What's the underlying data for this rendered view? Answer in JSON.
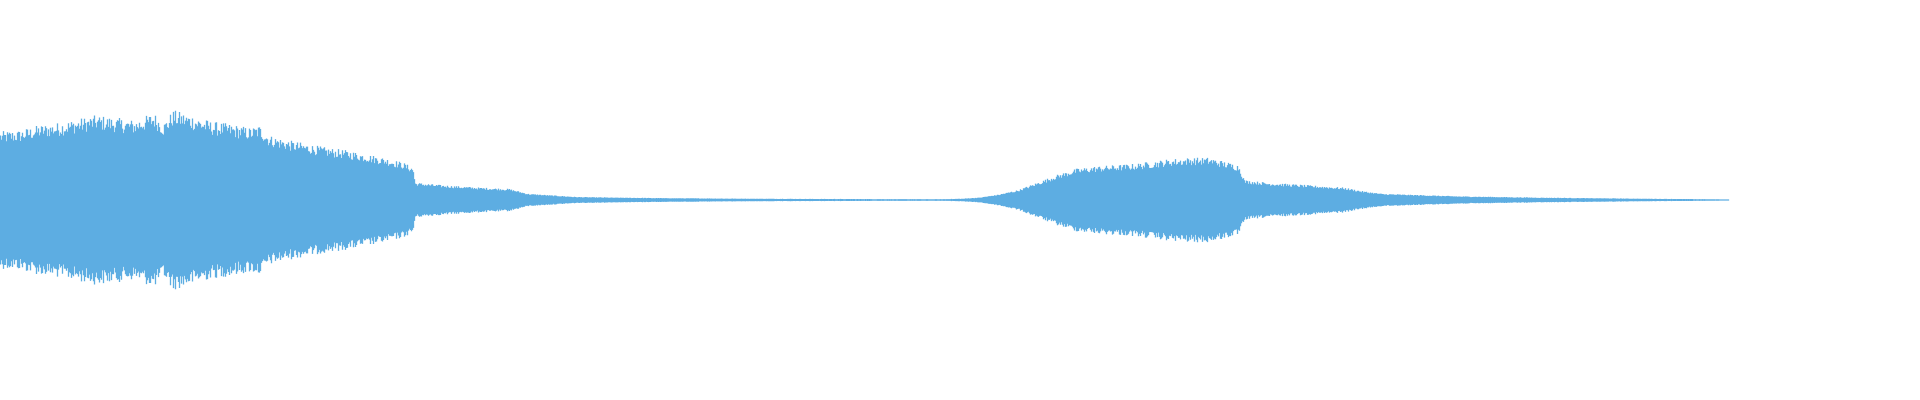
{
  "waveform": {
    "color": "#5dade2",
    "background": "#ffffff",
    "baseline_color": "#5dade2",
    "envelope": [
      [
        0.0,
        0.55
      ],
      [
        0.01,
        0.56
      ],
      [
        0.02,
        0.6
      ],
      [
        0.03,
        0.62
      ],
      [
        0.04,
        0.65
      ],
      [
        0.05,
        0.68
      ],
      [
        0.06,
        0.66
      ],
      [
        0.07,
        0.64
      ],
      [
        0.08,
        0.7
      ],
      [
        0.085,
        0.62
      ],
      [
        0.09,
        0.72
      ],
      [
        0.1,
        0.68
      ],
      [
        0.11,
        0.63
      ],
      [
        0.12,
        0.61
      ],
      [
        0.13,
        0.58
      ],
      [
        0.135,
        0.6
      ],
      [
        0.14,
        0.52
      ],
      [
        0.15,
        0.48
      ],
      [
        0.16,
        0.45
      ],
      [
        0.17,
        0.42
      ],
      [
        0.18,
        0.4
      ],
      [
        0.19,
        0.37
      ],
      [
        0.2,
        0.34
      ],
      [
        0.21,
        0.3
      ],
      [
        0.215,
        0.26
      ],
      [
        0.216,
        0.14
      ],
      [
        0.23,
        0.12
      ],
      [
        0.25,
        0.1
      ],
      [
        0.265,
        0.09
      ],
      [
        0.27,
        0.07
      ],
      [
        0.275,
        0.05
      ],
      [
        0.285,
        0.04
      ],
      [
        0.3,
        0.025
      ],
      [
        0.32,
        0.02
      ],
      [
        0.35,
        0.015
      ],
      [
        0.4,
        0.01
      ],
      [
        0.45,
        0.008
      ],
      [
        0.49,
        0.007
      ],
      [
        0.5,
        0.01
      ],
      [
        0.51,
        0.02
      ],
      [
        0.52,
        0.045
      ],
      [
        0.53,
        0.08
      ],
      [
        0.54,
        0.14
      ],
      [
        0.55,
        0.2
      ],
      [
        0.56,
        0.25
      ],
      [
        0.57,
        0.27
      ],
      [
        0.58,
        0.28
      ],
      [
        0.59,
        0.29
      ],
      [
        0.6,
        0.31
      ],
      [
        0.61,
        0.33
      ],
      [
        0.62,
        0.34
      ],
      [
        0.63,
        0.34
      ],
      [
        0.64,
        0.3
      ],
      [
        0.645,
        0.28
      ],
      [
        0.648,
        0.16
      ],
      [
        0.66,
        0.14
      ],
      [
        0.68,
        0.12
      ],
      [
        0.7,
        0.1
      ],
      [
        0.71,
        0.07
      ],
      [
        0.72,
        0.05
      ],
      [
        0.74,
        0.04
      ],
      [
        0.76,
        0.03
      ],
      [
        0.78,
        0.025
      ],
      [
        0.8,
        0.02
      ],
      [
        0.83,
        0.015
      ],
      [
        0.86,
        0.01
      ],
      [
        0.88,
        0.008
      ],
      [
        0.895,
        0.006
      ],
      [
        0.9,
        0.0
      ]
    ]
  }
}
